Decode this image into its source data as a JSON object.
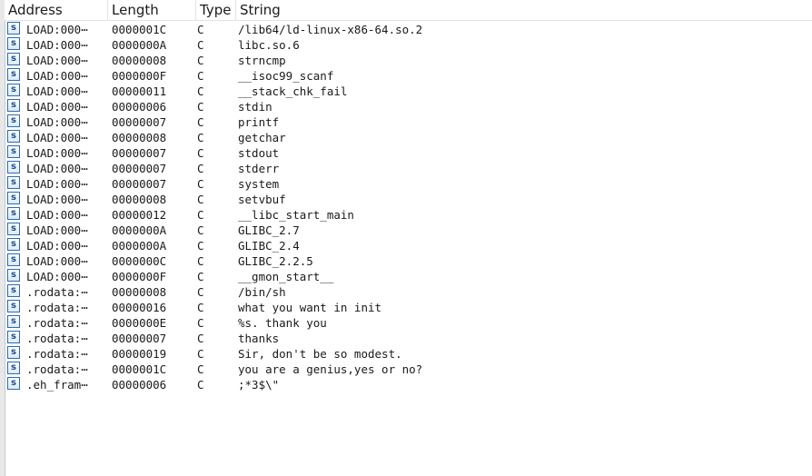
{
  "header": {
    "address": "Address",
    "length": "Length",
    "type": "Type",
    "string": "String"
  },
  "icon_glyph": "s",
  "rows": [
    {
      "address": "LOAD:000⋯",
      "length": "0000001C",
      "type": "C",
      "string": "/lib64/ld-linux-x86-64.so.2"
    },
    {
      "address": "LOAD:000⋯",
      "length": "0000000A",
      "type": "C",
      "string": "libc.so.6"
    },
    {
      "address": "LOAD:000⋯",
      "length": "00000008",
      "type": "C",
      "string": "strncmp"
    },
    {
      "address": "LOAD:000⋯",
      "length": "0000000F",
      "type": "C",
      "string": "__isoc99_scanf"
    },
    {
      "address": "LOAD:000⋯",
      "length": "00000011",
      "type": "C",
      "string": "__stack_chk_fail"
    },
    {
      "address": "LOAD:000⋯",
      "length": "00000006",
      "type": "C",
      "string": "stdin"
    },
    {
      "address": "LOAD:000⋯",
      "length": "00000007",
      "type": "C",
      "string": "printf"
    },
    {
      "address": "LOAD:000⋯",
      "length": "00000008",
      "type": "C",
      "string": "getchar"
    },
    {
      "address": "LOAD:000⋯",
      "length": "00000007",
      "type": "C",
      "string": "stdout"
    },
    {
      "address": "LOAD:000⋯",
      "length": "00000007",
      "type": "C",
      "string": "stderr"
    },
    {
      "address": "LOAD:000⋯",
      "length": "00000007",
      "type": "C",
      "string": "system"
    },
    {
      "address": "LOAD:000⋯",
      "length": "00000008",
      "type": "C",
      "string": "setvbuf"
    },
    {
      "address": "LOAD:000⋯",
      "length": "00000012",
      "type": "C",
      "string": "__libc_start_main"
    },
    {
      "address": "LOAD:000⋯",
      "length": "0000000A",
      "type": "C",
      "string": "GLIBC_2.7"
    },
    {
      "address": "LOAD:000⋯",
      "length": "0000000A",
      "type": "C",
      "string": "GLIBC_2.4"
    },
    {
      "address": "LOAD:000⋯",
      "length": "0000000C",
      "type": "C",
      "string": "GLIBC_2.2.5"
    },
    {
      "address": "LOAD:000⋯",
      "length": "0000000F",
      "type": "C",
      "string": "__gmon_start__"
    },
    {
      "address": ".rodata:⋯",
      "length": "00000008",
      "type": "C",
      "string": "/bin/sh"
    },
    {
      "address": ".rodata:⋯",
      "length": "00000016",
      "type": "C",
      "string": "what you want in init"
    },
    {
      "address": ".rodata:⋯",
      "length": "0000000E",
      "type": "C",
      "string": "%s. thank you"
    },
    {
      "address": ".rodata:⋯",
      "length": "00000007",
      "type": "C",
      "string": "thanks"
    },
    {
      "address": ".rodata:⋯",
      "length": "00000019",
      "type": "C",
      "string": "Sir, don't be so modest."
    },
    {
      "address": ".rodata:⋯",
      "length": "0000001C",
      "type": "C",
      "string": "you are a genius,yes or no?"
    },
    {
      "address": ".eh_fram⋯",
      "length": "00000006",
      "type": "C",
      "string": ";*3$\\\""
    }
  ]
}
